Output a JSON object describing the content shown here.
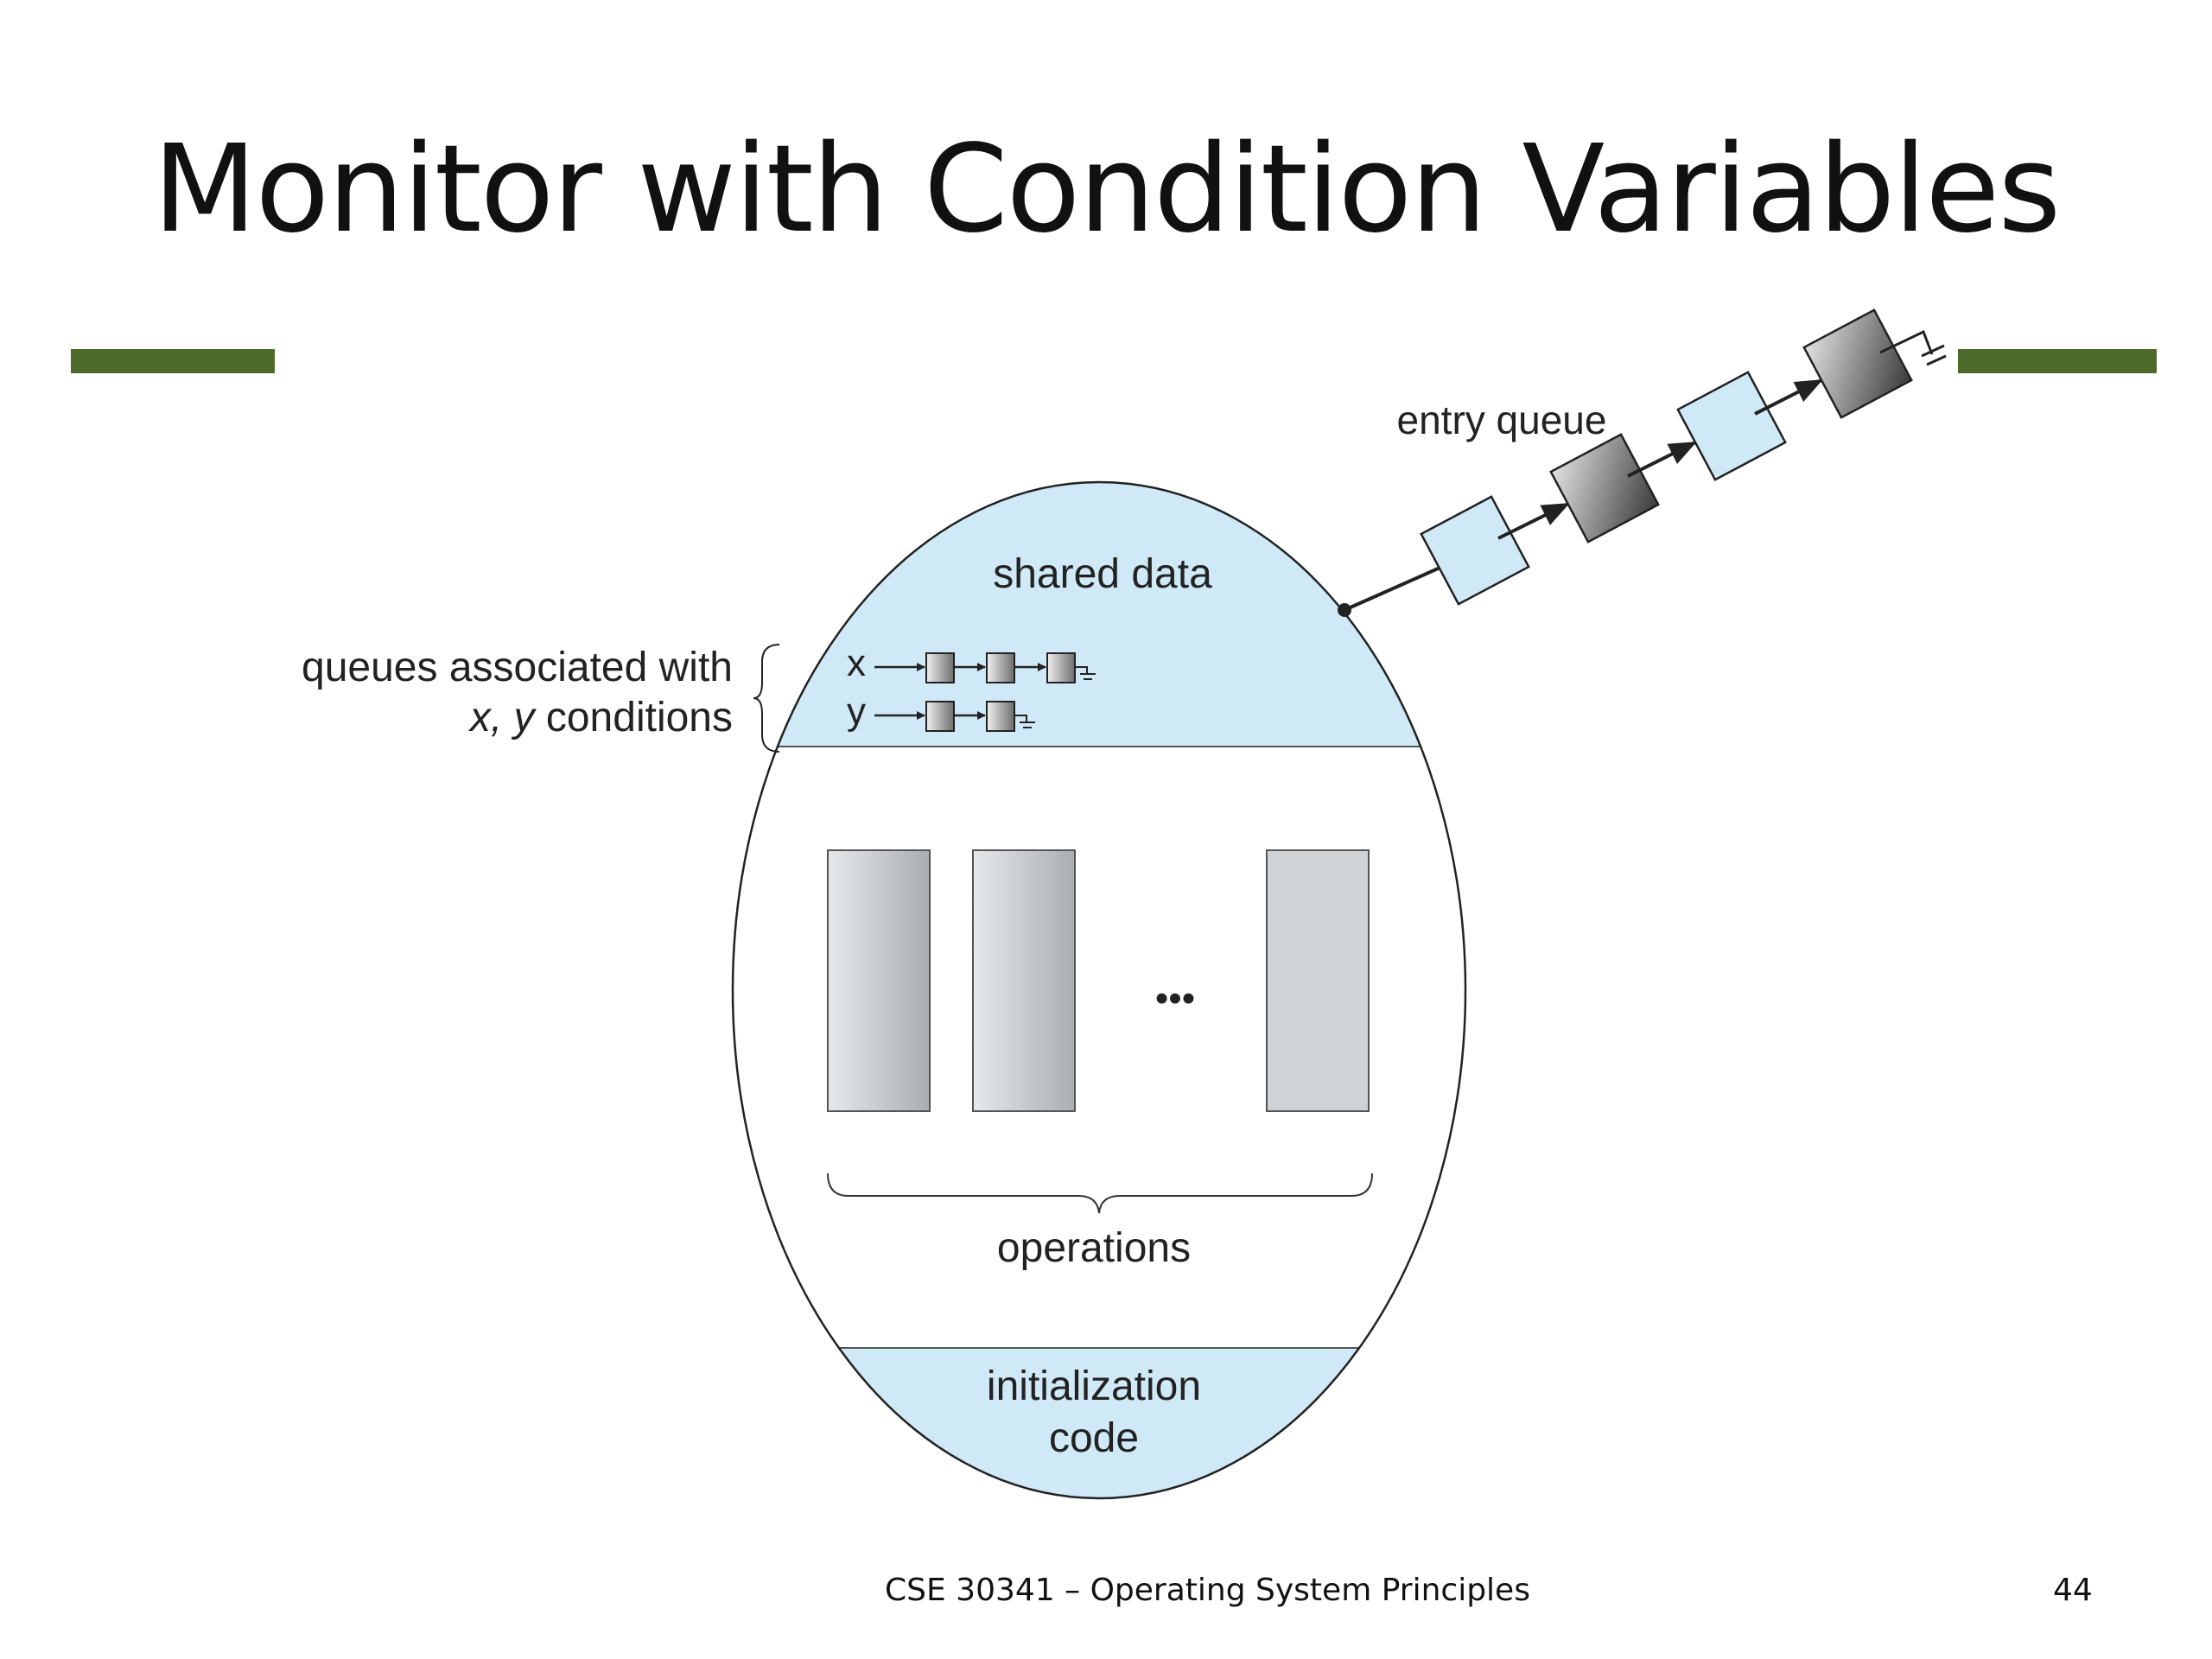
{
  "slide": {
    "title": "Monitor with Condition Variables",
    "footer": "CSE 30341 – Operating System Principles",
    "page_number": "44"
  },
  "diagram": {
    "entry_queue_label": "entry queue",
    "shared_data_label": "shared data",
    "queues_label_line1": "queues associated with",
    "queues_label_line2_var_x": "x,",
    "queues_label_line2_var_y": "y",
    "queues_label_line2_rest": "conditions",
    "cond_x_label": "x",
    "cond_y_label": "y",
    "ellipsis": "•••",
    "operations_label": "operations",
    "init_label_line1": "initialization",
    "init_label_line2": "code"
  },
  "colors": {
    "accent": "#4e6a2a",
    "region_fill": "#cfe9f6",
    "outline": "#222222"
  }
}
